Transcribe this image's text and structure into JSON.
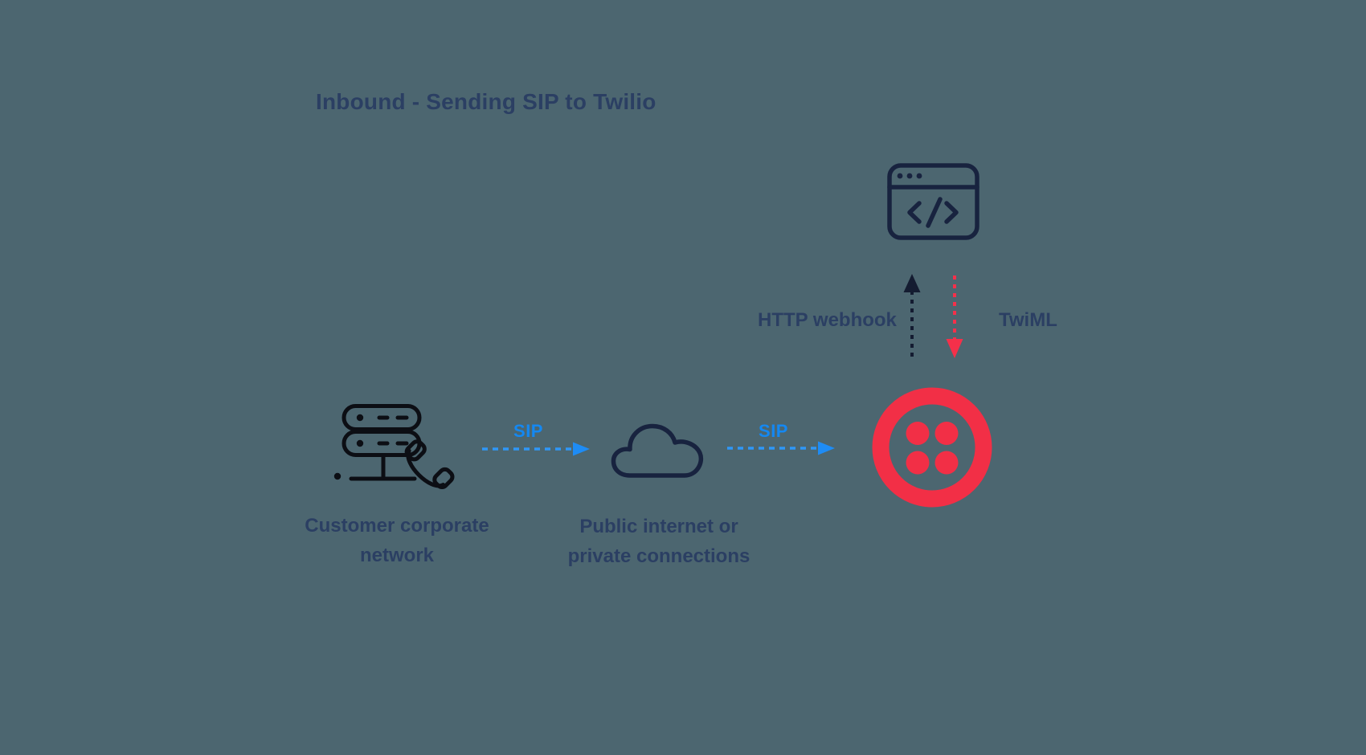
{
  "diagram": {
    "title": "Inbound - Sending SIP to Twilio",
    "background_color": "#4c6670"
  },
  "colors": {
    "text_navy": "#2b3f63",
    "icon_navy": "#18233f",
    "icon_black": "#0c0e14",
    "sip_blue": "#1e8cf5",
    "sip_text_blue": "#1488f2",
    "twilio_red": "#f22f46",
    "twiml_arrow_red": "#f5304a",
    "webhook_arrow_black": "#141c31"
  },
  "nodes": {
    "webhook_app": {
      "icon": "code-browser-icon"
    },
    "customer_network": {
      "icon": "server-phone-icon",
      "label": "Customer corporate\nnetwork"
    },
    "internet": {
      "icon": "cloud-icon",
      "label": "Public internet or\nprivate connections"
    },
    "twilio": {
      "icon": "twilio-logo-icon"
    }
  },
  "edges": {
    "sip_inbound_1": {
      "label": "SIP",
      "direction": "right"
    },
    "sip_inbound_2": {
      "label": "SIP",
      "direction": "right"
    },
    "http_webhook": {
      "label": "HTTP webhook",
      "direction": "up"
    },
    "twiml": {
      "label": "TwiML",
      "direction": "down"
    }
  }
}
